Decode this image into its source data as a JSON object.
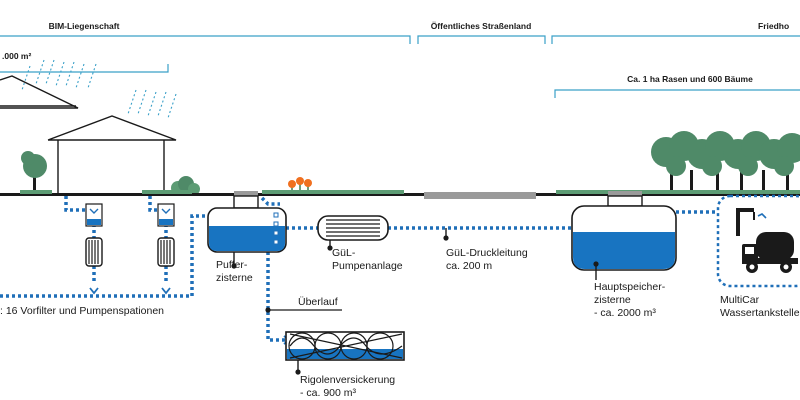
{
  "headers": {
    "bim": "BIM-Liegenschaft",
    "street": "Öffentliches Straßenland",
    "cemetery": "Friedho"
  },
  "callouts": {
    "roof_area": ".000 m²",
    "lawn_trees": "Ca. 1 ha Rasen und 600 Bäume"
  },
  "labels": {
    "prefilters": ": 16 Vorfilter und Pumpenspationen",
    "buffer_line1": "Puffer-",
    "buffer_line2": "zisterne",
    "pump_line1": "GüL-",
    "pump_line2": "Pumpenanlage",
    "pressure_line1": "GüL-Druckleitung",
    "pressure_line2": "ca. 200 m",
    "overflow": "Überlauf",
    "rigole_line1": "Rigolenversickerung",
    "rigole_line2": "- ca. 900 m³",
    "main_line1": "Hauptspeicher-",
    "main_line2": "zisterne",
    "main_line3": "- ca. 2000 m³",
    "multicar_line1": "MultiCar",
    "multicar_line2": "Wassertankstelle"
  },
  "colors": {
    "water": "#1874c1",
    "pipe": "#1f6fb8",
    "ground": "#1a1a1a",
    "grass": "#5c9c74",
    "tree": "#4f8a68",
    "callout_line": "#3aa0c8",
    "road": "#9a9a9a",
    "flower": "#f07020"
  }
}
